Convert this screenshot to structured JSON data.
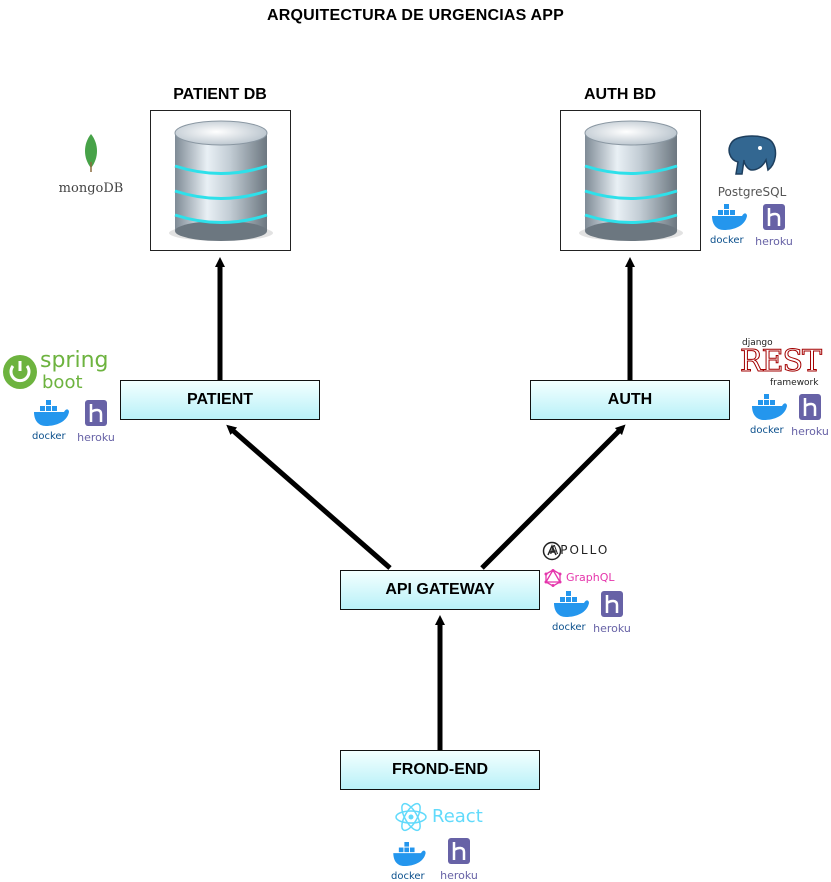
{
  "title": "ARQUITECTURA DE URGENCIAS APP",
  "databases": {
    "patient": {
      "label": "PATIENT DB",
      "logos": {
        "db": "mongoDB"
      }
    },
    "auth": {
      "label": "AUTH BD",
      "logos": {
        "db": "PostgreSQL",
        "docker": "docker",
        "heroku": "heroku"
      }
    }
  },
  "services": {
    "patient": {
      "label": "PATIENT",
      "logos": {
        "spring_top": "spring",
        "spring_bottom": "boot",
        "docker": "docker",
        "heroku": "heroku"
      }
    },
    "auth": {
      "label": "AUTH",
      "logos": {
        "django": "django",
        "rest": "REST",
        "framework": "framework",
        "docker": "docker",
        "heroku": "heroku"
      }
    },
    "gateway": {
      "label": "API GATEWAY",
      "logos": {
        "apollo": "APOLLO",
        "graphql": "GraphQL",
        "docker": "docker",
        "heroku": "heroku"
      }
    },
    "frontend": {
      "label": "FROND-END",
      "logos": {
        "react": "React",
        "docker": "docker",
        "heroku": "heroku"
      }
    }
  },
  "colors": {
    "mongo_green": "#47a248",
    "spring_green": "#6db33f",
    "docker_blue": "#2496ed",
    "heroku_purple": "#6762a6",
    "postgres_blue": "#336791",
    "react_cyan": "#61dafb",
    "graphql_pink": "#e535ab",
    "box_fill_top": "#f3ffff",
    "box_fill_bottom": "#b9f1f8"
  }
}
